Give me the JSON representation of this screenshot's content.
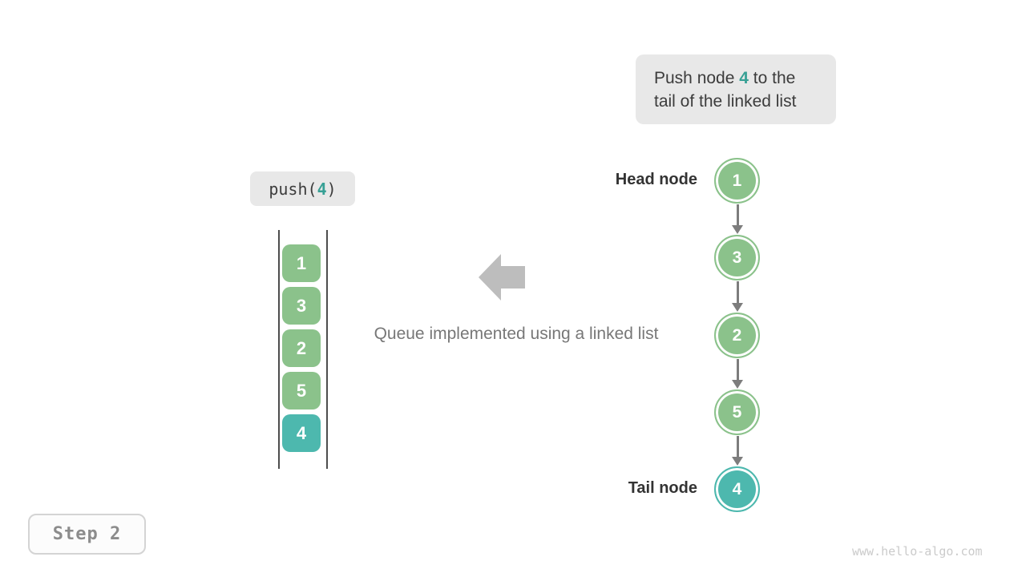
{
  "colors": {
    "green": "#8BC28B",
    "teal": "#4DB8AE",
    "accent_text": "#37A095",
    "label_bg": "#E8E8E8",
    "dark_text": "#3C3C3C",
    "caption_gray": "#777777",
    "big_arrow_gray": "#BDBDBD",
    "connector_gray": "#7D7D7D",
    "stack_line": "#4D4D4D",
    "step_text": "#8C8C8C",
    "step_border": "#D4D4D4",
    "watermark_gray": "#CBCBCB"
  },
  "callout": {
    "line1_prefix": "Push node ",
    "highlight": "4",
    "line1_suffix": " to the",
    "line2": "tail of the linked list"
  },
  "operation": {
    "prefix": "push(",
    "arg": "4",
    "suffix": ")"
  },
  "queue_stack": {
    "items": [
      {
        "value": "1",
        "variant": "green"
      },
      {
        "value": "3",
        "variant": "green"
      },
      {
        "value": "2",
        "variant": "green"
      },
      {
        "value": "5",
        "variant": "green"
      },
      {
        "value": "4",
        "variant": "teal"
      }
    ]
  },
  "caption": "Queue implemented using a linked list",
  "linked_list": {
    "head_label": "Head node",
    "tail_label": "Tail node",
    "nodes": [
      {
        "value": "1",
        "variant": "green"
      },
      {
        "value": "3",
        "variant": "green"
      },
      {
        "value": "2",
        "variant": "green"
      },
      {
        "value": "5",
        "variant": "green"
      },
      {
        "value": "4",
        "variant": "teal"
      }
    ]
  },
  "step_badge": {
    "label": "Step 2"
  },
  "watermark": "www.hello-algo.com",
  "icons": {
    "big_arrow": "left-arrow",
    "connector": "down-arrow"
  }
}
